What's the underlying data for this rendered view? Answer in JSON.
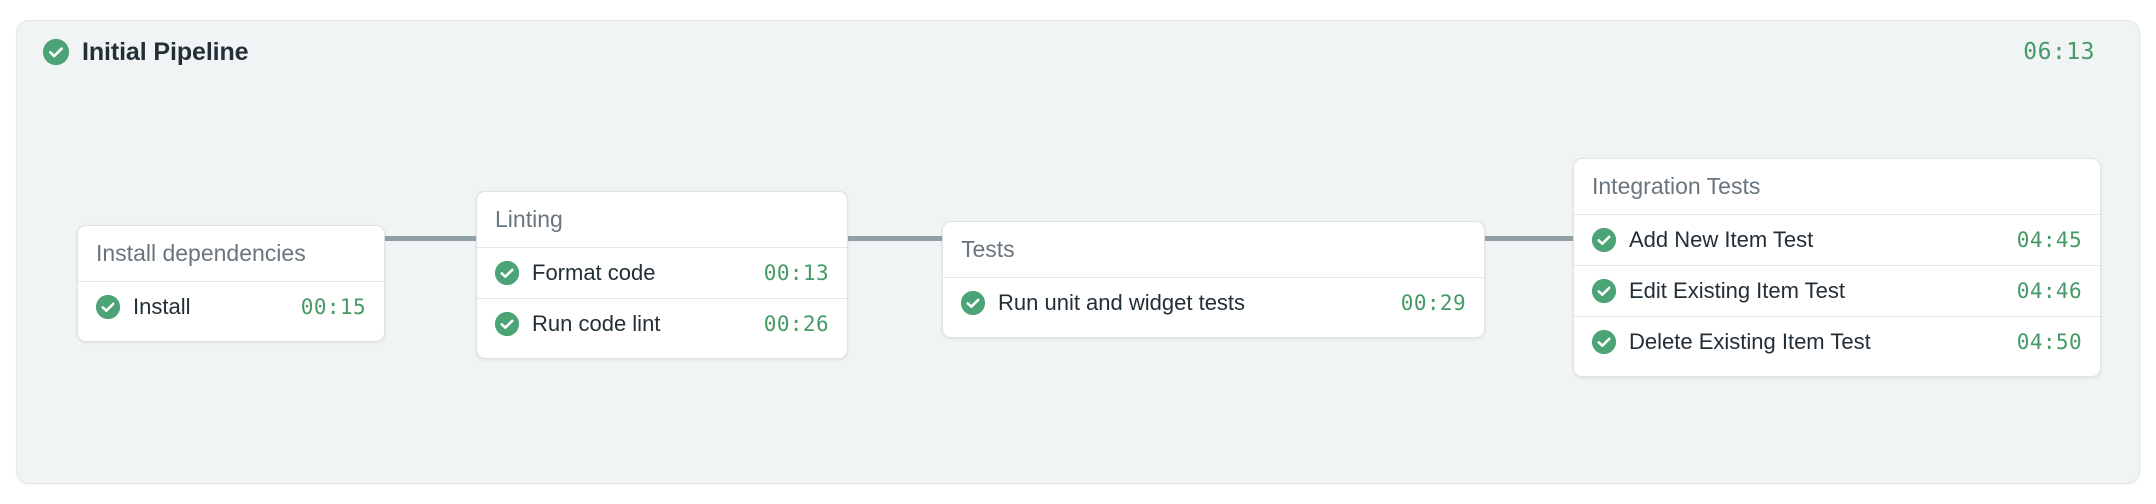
{
  "pipeline": {
    "status_icon": "check-circle-icon",
    "title": "Initial Pipeline",
    "duration": "06:13",
    "accent_green": "#4ba376",
    "duration_green": "#459a66",
    "panel_bg": "#f1f4f5",
    "connector_color": "#90a1a6"
  },
  "stages": [
    {
      "name": "Install dependencies",
      "jobs": [
        {
          "status_icon": "check-circle-icon",
          "name": "Install",
          "duration": "00:15"
        }
      ]
    },
    {
      "name": "Linting",
      "jobs": [
        {
          "status_icon": "check-circle-icon",
          "name": "Format code",
          "duration": "00:13"
        },
        {
          "status_icon": "check-circle-icon",
          "name": "Run code lint",
          "duration": "00:26"
        }
      ]
    },
    {
      "name": "Tests",
      "jobs": [
        {
          "status_icon": "check-circle-icon",
          "name": "Run unit and widget tests",
          "duration": "00:29"
        }
      ]
    },
    {
      "name": "Integration Tests",
      "jobs": [
        {
          "status_icon": "check-circle-icon",
          "name": "Add New Item Test",
          "duration": "04:45"
        },
        {
          "status_icon": "check-circle-icon",
          "name": "Edit Existing Item Test",
          "duration": "04:46"
        },
        {
          "status_icon": "check-circle-icon",
          "name": "Delete Existing Item Test",
          "duration": "04:50"
        }
      ]
    }
  ]
}
